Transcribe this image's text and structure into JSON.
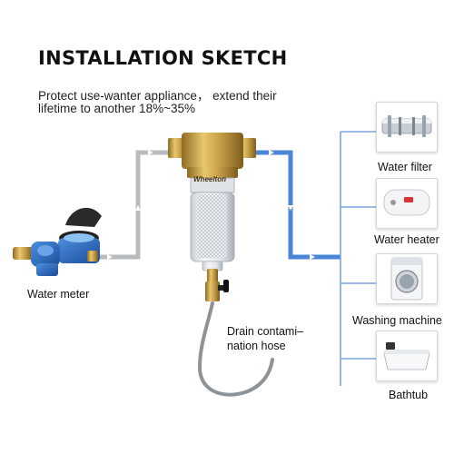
{
  "title": "INSTALLATION SKETCH",
  "subtitle_line1": "Protect use-wanter appliance， extend their",
  "subtitle_line2": "lifetime to another 18%~35%",
  "brand": "Wheelton",
  "labels": {
    "water_meter": "Water meter",
    "drain_line1": "Drain contami–",
    "drain_line2": "nation hose"
  },
  "appliances": [
    {
      "name": "Water filter",
      "icon": "water-filter-icon"
    },
    {
      "name": "Water heater",
      "icon": "water-heater-icon"
    },
    {
      "name": "Washing machine",
      "icon": "washing-machine-icon"
    },
    {
      "name": "Bathtub",
      "icon": "bathtub-icon"
    }
  ],
  "colors": {
    "inlet_pipe": "#b9bcbf",
    "outlet_pipe": "#4a86d8",
    "brass": "#c9a24a",
    "meter_blue": "#2a6fc9"
  }
}
